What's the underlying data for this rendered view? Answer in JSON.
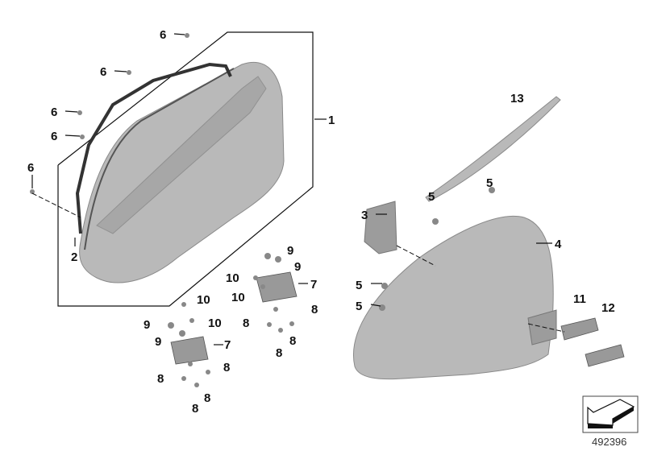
{
  "diagram_id": "492396",
  "callouts": [
    "6",
    "6",
    "6",
    "6",
    "6",
    "1",
    "2",
    "13",
    "3",
    "5",
    "5",
    "4",
    "5",
    "5",
    "9",
    "9",
    "10",
    "10",
    "7",
    "8",
    "8",
    "8",
    "8",
    "10",
    "10",
    "9",
    "9",
    "7",
    "8",
    "8",
    "8",
    "8",
    "11",
    "12"
  ]
}
